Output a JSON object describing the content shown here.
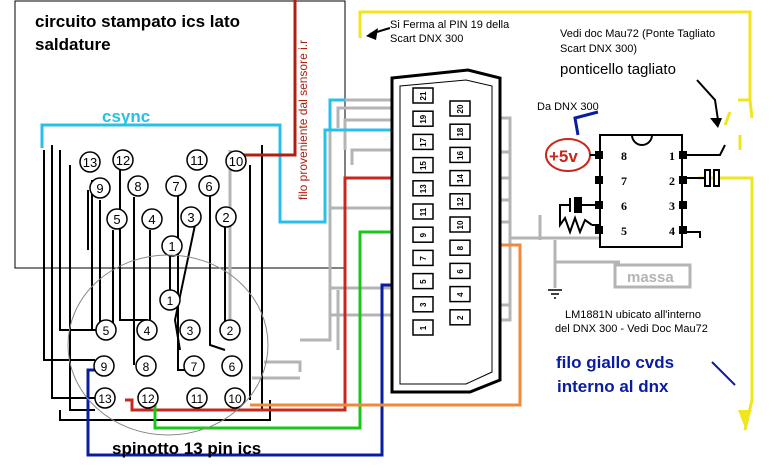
{
  "title_line1": "circuito stampato ics lato",
  "title_line2": "saldature",
  "csync_label": "csync",
  "ir_sensor_label": "filo proveniente dal sensore i.r",
  "pin19_note_line1": "Si Ferma al PIN 19 della",
  "pin19_note_line2": "Scart DNX 300",
  "doc_note_line1": "Vedi doc Mau72 (Ponte Tagliato",
  "doc_note_line2": "Scart DNX 300)",
  "cut_bridge_label": "ponticello tagliato",
  "from_dnx_label": "Da DNX 300",
  "plus5v_label": "+5v",
  "massa_label": "massa",
  "lm1881_line1": "LM1881N ubicato all'interno",
  "lm1881_line2": "del DNX 300 - Vedi Doc Mau72",
  "cvds_line1": "filo giallo cvds",
  "cvds_line2": "interno al dnx",
  "connector_label": "spinotto 13 pin ics",
  "ics_pcb_pins": [
    "13",
    "12",
    "11",
    "10",
    "9",
    "8",
    "7",
    "6",
    "5",
    "4",
    "3",
    "2",
    "1"
  ],
  "ics_plug_pins": [
    "1",
    "5",
    "4",
    "3",
    "2",
    "9",
    "8",
    "7",
    "6",
    "13",
    "12",
    "11",
    "10"
  ],
  "scart_pins": [
    "21",
    "20",
    "19",
    "18",
    "17",
    "16",
    "15",
    "14",
    "13",
    "12",
    "11",
    "10",
    "9",
    "8",
    "7",
    "6",
    "5",
    "4",
    "3",
    "2",
    "1"
  ],
  "ic_pins_left": [
    "8",
    "7",
    "6",
    "5"
  ],
  "ic_pins_right": [
    "1",
    "2",
    "3",
    "4"
  ],
  "colors": {
    "red": "#c8281c",
    "cyan": "#28c0e8",
    "green": "#18c818",
    "blue": "#0a1ca0",
    "orange": "#f08a3a",
    "yellow": "#f0e61e",
    "gray": "#b4b4b4",
    "dark_red": "#b02010"
  }
}
